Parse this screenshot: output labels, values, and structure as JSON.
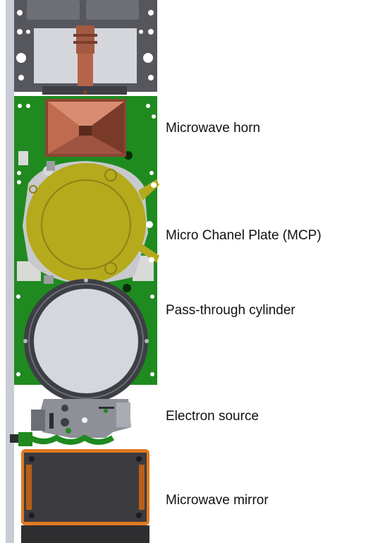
{
  "labels": {
    "horn": "Microwave horn",
    "mcp": "Micro Chanel Plate (MCP)",
    "cylinder": "Pass-through cylinder",
    "electron_source": "Electron source",
    "mirror": "Microwave mirror"
  },
  "colors": {
    "board_green": "#1f8a1f",
    "frame_gray": "#4d4d52",
    "horn_copper": "#b8624a",
    "mcp_olive": "#b5a91c",
    "mirror_orange": "#e07b22",
    "mirror_dark": "#3c3c40",
    "background": "#ffffff"
  }
}
